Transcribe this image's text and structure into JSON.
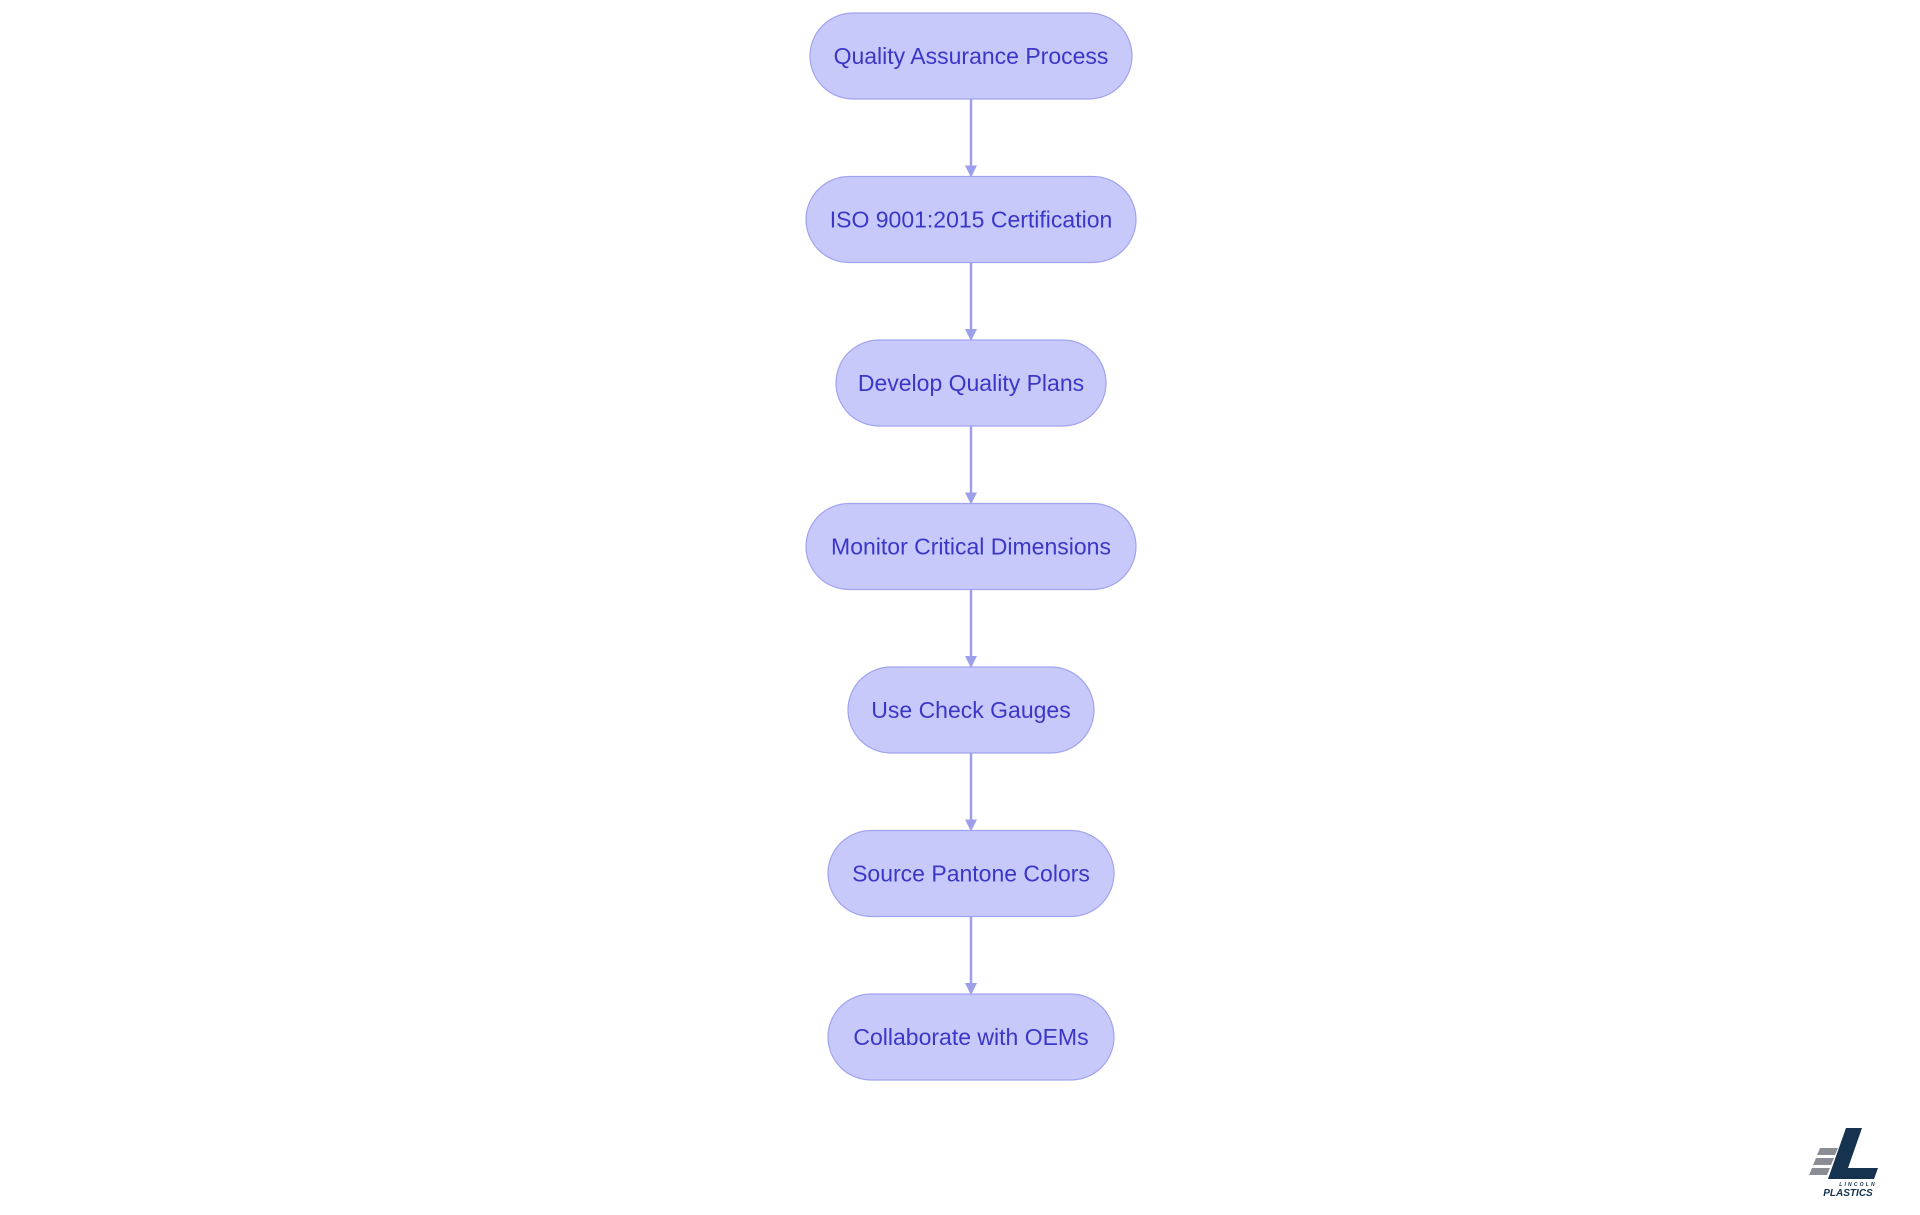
{
  "diagram": {
    "type": "flowchart",
    "direction": "top-to-bottom",
    "nodes": [
      {
        "id": "n1",
        "label": "Quality Assurance Process"
      },
      {
        "id": "n2",
        "label": "ISO 9001:2015 Certification"
      },
      {
        "id": "n3",
        "label": "Develop Quality Plans"
      },
      {
        "id": "n4",
        "label": "Monitor Critical Dimensions"
      },
      {
        "id": "n5",
        "label": "Use Check Gauges"
      },
      {
        "id": "n6",
        "label": "Source Pantone Colors"
      },
      {
        "id": "n7",
        "label": "Collaborate with OEMs"
      }
    ],
    "edges": [
      {
        "from": "n1",
        "to": "n2"
      },
      {
        "from": "n2",
        "to": "n3"
      },
      {
        "from": "n3",
        "to": "n4"
      },
      {
        "from": "n4",
        "to": "n5"
      },
      {
        "from": "n5",
        "to": "n6"
      },
      {
        "from": "n6",
        "to": "n7"
      }
    ]
  },
  "colors": {
    "node_fill": "#c8c9fb",
    "node_stroke": "#a0a3ee",
    "node_text": "#3b37c6",
    "edge": "#9d9fea",
    "background": "#ffffff",
    "logo_dark": "#15324f",
    "logo_gray": "#8a8e94"
  },
  "logo": {
    "top_word": "LINCOLN",
    "bottom_word": "PLASTICS"
  }
}
